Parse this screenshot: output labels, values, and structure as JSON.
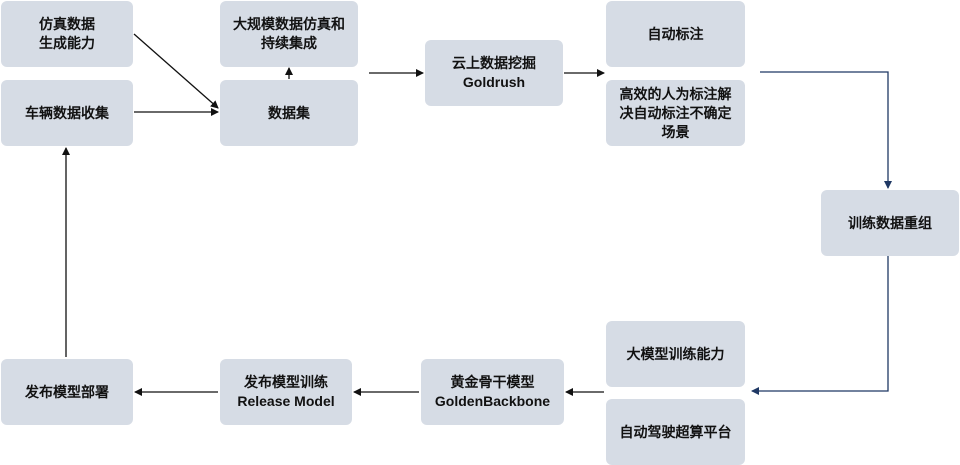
{
  "nodes": {
    "sim_data": "仿真数据\n生成能力",
    "vehicle_collect": "车辆数据收集",
    "large_sim": "大规模数据仿真和\n持续集成",
    "dataset": "数据集",
    "cloud_mining": "云上数据挖掘\nGoldrush",
    "auto_label": "自动标注",
    "human_label": "高效的人为标注解\n决自动标注不确定\n场景",
    "train_reorg": "训练数据重组",
    "big_model": "大模型训练能力",
    "supercompute": "自动驾驶超算平台",
    "golden_backbone": "黄金骨干模型\nGoldenBackbone",
    "release_model": "发布模型训练\nRelease Model",
    "deploy": "发布模型部署"
  },
  "colors": {
    "box_fill": "#d6dce5",
    "arrow_black": "#111111",
    "arrow_navy": "#1f3864"
  }
}
